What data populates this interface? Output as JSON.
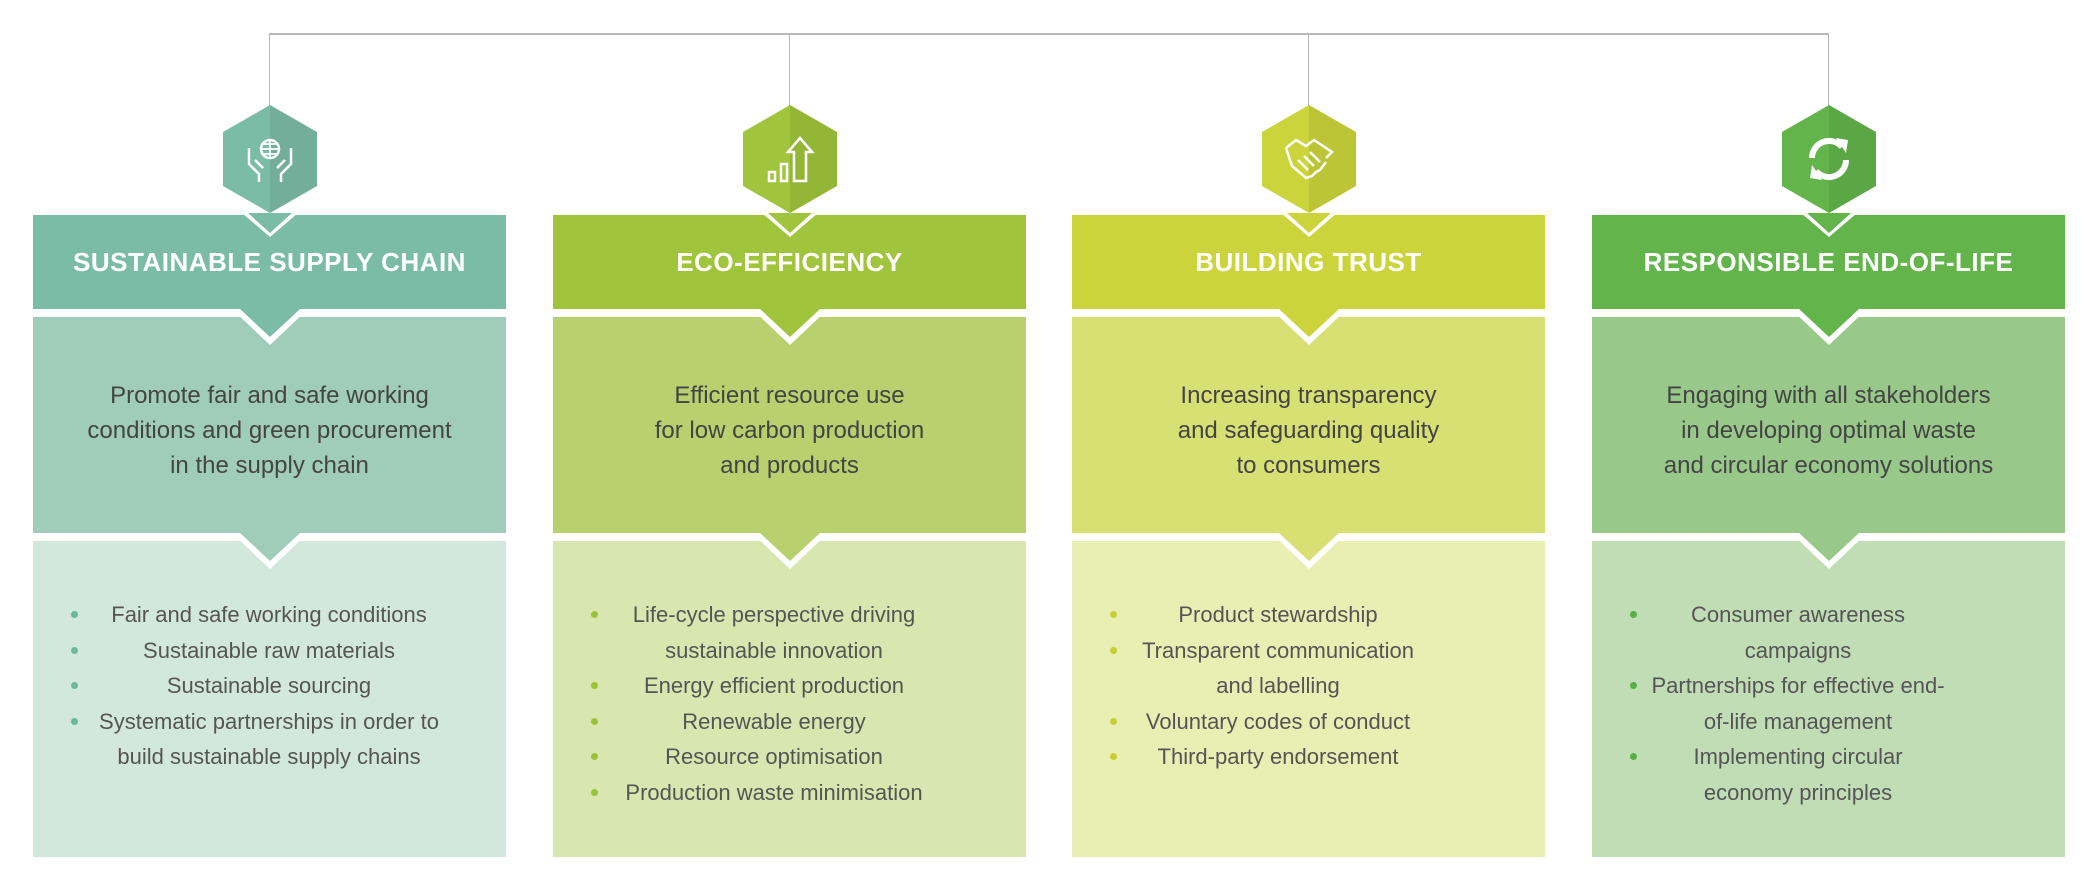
{
  "pillars": [
    {
      "icon": "hands-globe-icon",
      "title": "SUSTAINABLE SUPPLY CHAIN",
      "description": "Promote fair and safe working conditions and green procurement in the supply chain",
      "desc_lines": [
        "Promote fair and safe working",
        "conditions and green procurement",
        "in the supply chain"
      ],
      "items": [
        "Fair and safe working conditions",
        "Sustainable raw materials",
        "Sustainable sourcing",
        "Systematic partnerships in order to build sustainable supply chains"
      ],
      "colors": {
        "head": "#7bbca6",
        "mid": "#a0cdb9",
        "low": "#d2e8dd",
        "dot": "#6bb89b"
      }
    },
    {
      "icon": "growth-chart-icon",
      "title": "ECO-EFFICIENCY",
      "description": "Efficient resource use for low carbon production and products",
      "desc_lines": [
        "Efficient resource use",
        "for low carbon production",
        "and products"
      ],
      "items": [
        "Life-cycle perspective driving sustainable innovation",
        "Energy efficient production",
        "Renewable energy",
        "Resource optimisation",
        "Production waste minimisation"
      ],
      "colors": {
        "head": "#a0c43c",
        "mid": "#b8d16e",
        "low": "#d8e6b0",
        "dot": "#9cc23a"
      }
    },
    {
      "icon": "handshake-icon",
      "title": "BUILDING TRUST",
      "description": "Increasing transparency and safeguarding quality to consumers",
      "desc_lines": [
        "Increasing transparency",
        "and safeguarding quality",
        "to consumers"
      ],
      "items": [
        "Product stewardship",
        "Transparent communication and labelling",
        "Voluntary codes of conduct",
        "Third-party endorsement"
      ],
      "colors": {
        "head": "#cbd43b",
        "mid": "#d8df73",
        "low": "#e9eeb3",
        "dot": "#c4cf32"
      }
    },
    {
      "icon": "recycle-arrows-icon",
      "title": "RESPONSIBLE END-OF-LIFE",
      "description": "Engaging with all stakeholders in developing optimal waste and circular economy solutions",
      "desc_lines": [
        "Engaging with all stakeholders",
        "in developing optimal waste",
        "and circular economy solutions"
      ],
      "items": [
        "Consumer awareness campaigns",
        "Partnerships for effective end-of-life management",
        "Implementing circular economy principles"
      ],
      "colors": {
        "head": "#62b44b",
        "mid": "#98c98a",
        "low": "#c0ddb5",
        "dot": "#55b046"
      }
    }
  ]
}
